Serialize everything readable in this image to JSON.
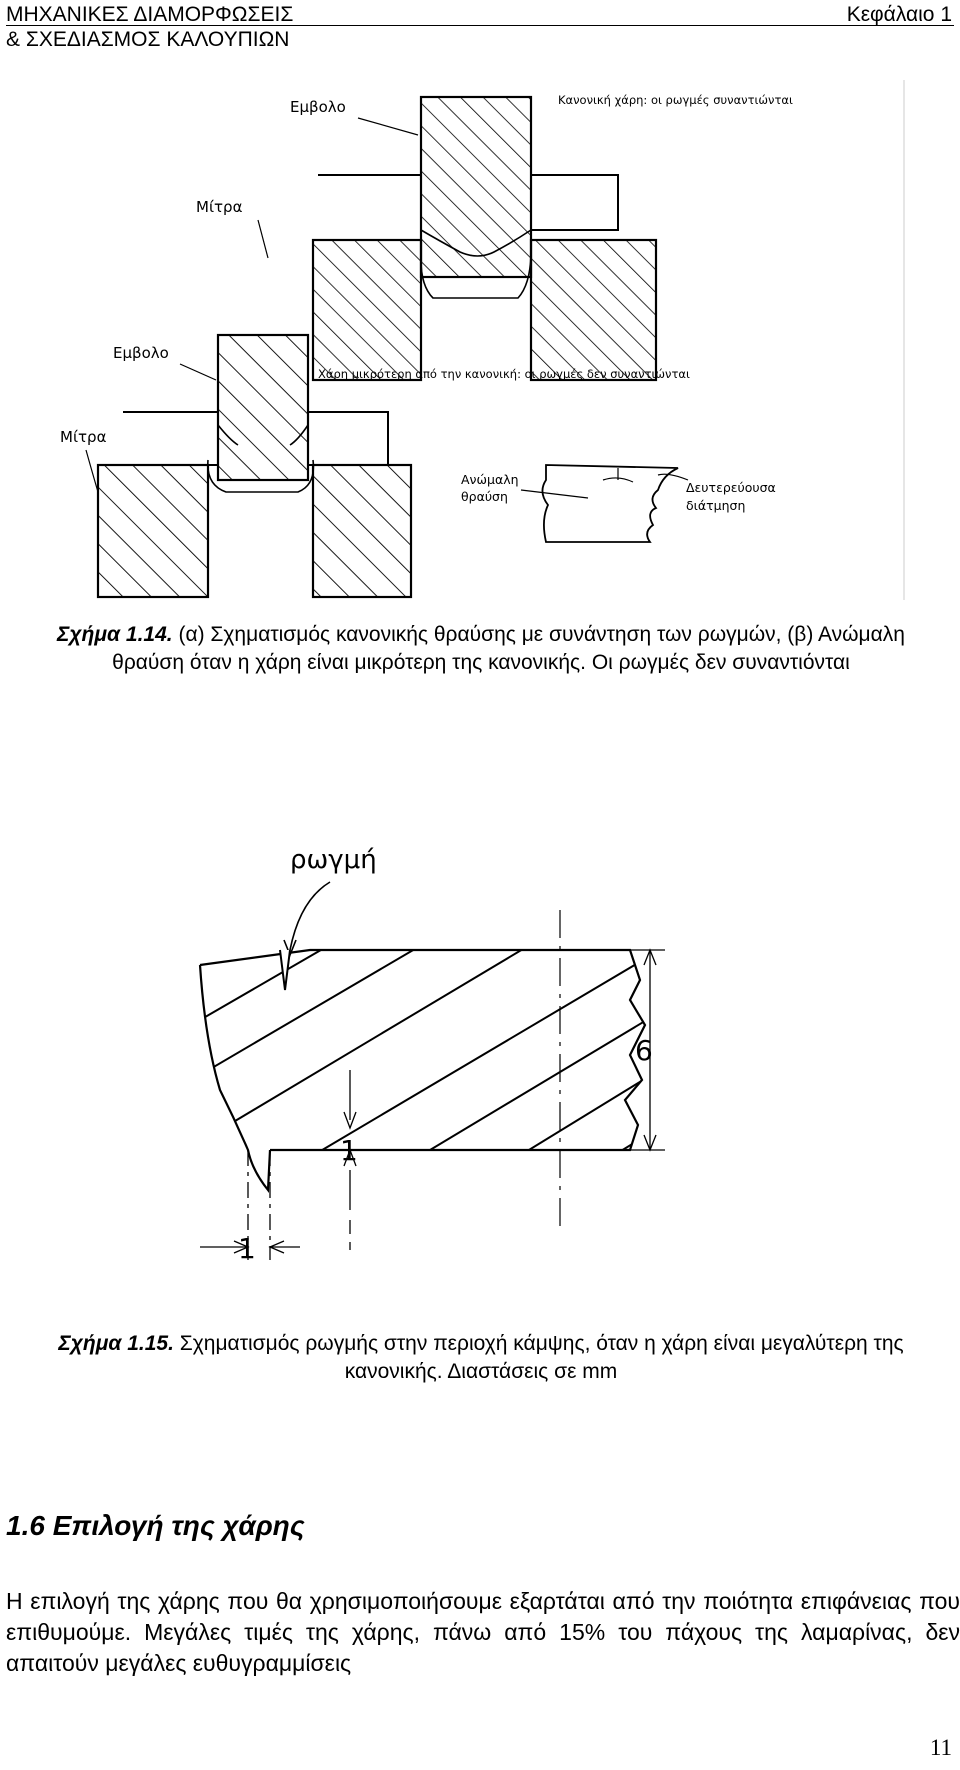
{
  "header": {
    "title_line1": "ΜΗΧΑΝΙΚΕΣ ΔΙΑΜΟΡΦΩΣΕΙΣ",
    "title_line2": "& ΣΧΕΔΙΑΣΜΟΣ ΚΑΛΟΥΠΙΩΝ",
    "chapter": "Κεφάλαιο 1"
  },
  "figure14": {
    "a_punch_label": "Εμβολο",
    "a_die_label": "Μίτρα",
    "a_note": "Κανονική χάρη: οι ρωγμές συναντιώνται",
    "b_punch_label": "Εμβολο",
    "b_die_label": "Μίτρα",
    "b_note": "Χάρη μικρότερη από την κανονική: οι ρωγμές δεν συναντιώνται",
    "rough_label_1": "Ανώμαλη",
    "rough_label_2": "θραύση",
    "secondary_label_1": "Δευτερεύουσα",
    "secondary_label_2": "διάτμηση",
    "caption_num": "Σχήμα 1.14.",
    "caption_text": " (α) Σχηματισμός κανονικής θραύσης με συνάντηση των ρωγμών, (β) Ανώμαλη θραύση όταν η χάρη είναι μικρότερη της κανονικής. Οι ρωγμές δεν συναντιόνται"
  },
  "figure15": {
    "crack_label": "ρωγμή",
    "dim_thickness": "6",
    "dim_vertical": "1",
    "dim_horizontal": "1",
    "caption_num": "Σχήμα 1.15.",
    "caption_text": " Σχηματισμός ρωγμής στην περιοχή κάμψης, όταν η χάρη είναι μεγαλύτερη της κανονικής. Διαστάσεις σε mm"
  },
  "section": {
    "title": "1.6 Επιλογή της χάρης",
    "body": "Η επιλογή της χάρης που θα χρησιμοποιήσουμε εξαρτάται από την ποιότητα επιφάνειας που επιθυμούμε. Μεγάλες τιμές της χάρης, πάνω από 15% του πάχους της λαμαρίνας, δεν απαιτούν μεγάλες ευθυγραμμίσεις"
  },
  "page_number": "11"
}
